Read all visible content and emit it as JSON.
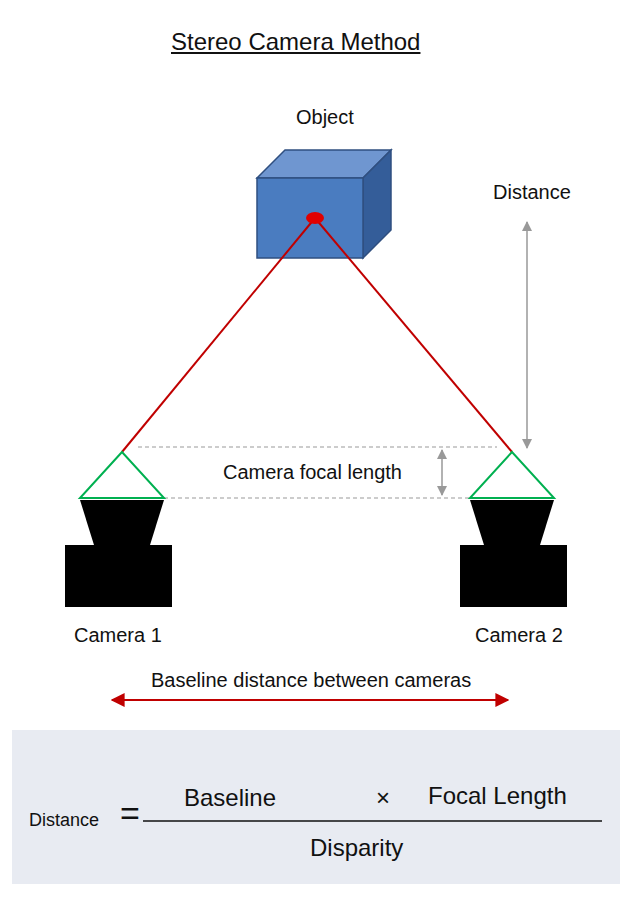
{
  "diagram": {
    "title": "Stereo Camera Method",
    "nodes": [
      {
        "text": [
          "Distance",
          "=",
          "Baseline",
          "×",
          "Focal Length",
          "Disparity"
        ]
      }
    ],
    "labels": [
      "Object",
      "Distance",
      "Camera focal length",
      "Camera 1",
      "Camera 2",
      "Baseline distance between cameras"
    ]
  }
}
